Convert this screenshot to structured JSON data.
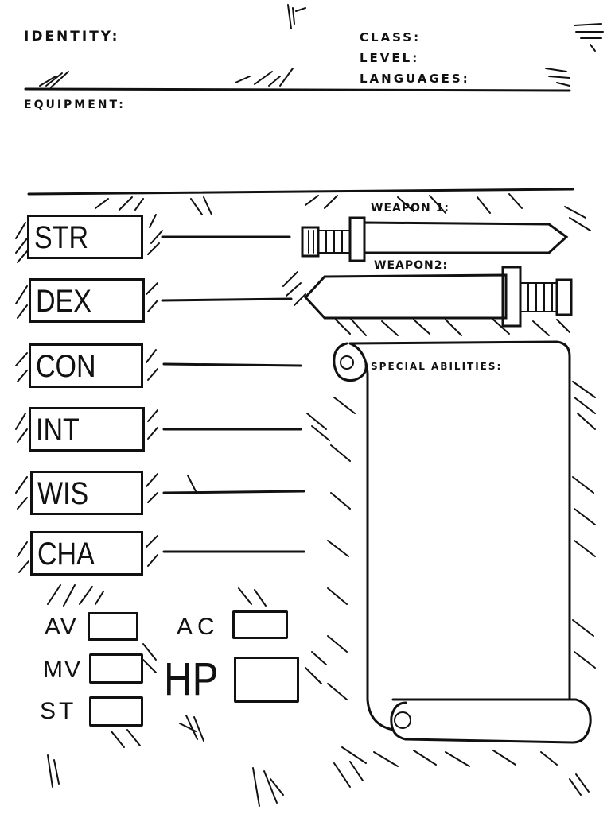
{
  "header": {
    "identity_label": "IDENTITY:",
    "class_label": "CLASS:",
    "level_label": "LEVEL:",
    "languages_label": "LANGUAGES:",
    "equipment_label": "EQUIPMENT:"
  },
  "stats": [
    {
      "label": "STR"
    },
    {
      "label": "DEX"
    },
    {
      "label": "CON"
    },
    {
      "label": "INT"
    },
    {
      "label": "WIS"
    },
    {
      "label": "CHA"
    }
  ],
  "weapons": {
    "weapon1_label": "WEAPON 1:",
    "weapon2_label": "WEAPON2:"
  },
  "special": {
    "label": "SPECIAL ABILITIES:"
  },
  "derived": {
    "av_label": "AV",
    "mv_label": "MV",
    "st_label": "ST",
    "ac_label": "AC",
    "hp_label": "HP"
  }
}
